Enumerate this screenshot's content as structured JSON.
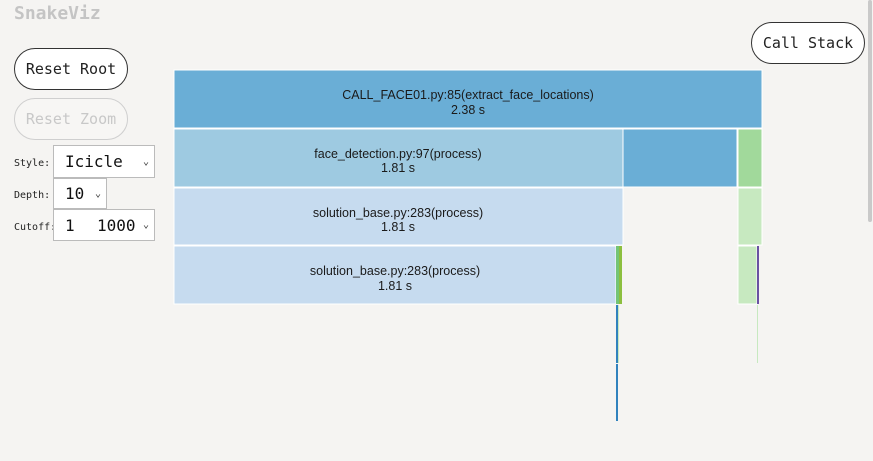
{
  "app": {
    "title": "SnakeViz"
  },
  "toolbar": {
    "call_stack_label": "Call Stack",
    "reset_root_label": "Reset Root",
    "reset_zoom_label": "Reset Zoom"
  },
  "controls": {
    "style_label": "Style:",
    "style_value": "Icicle",
    "depth_label": "Depth:",
    "depth_value": "10",
    "cutoff_label": "Cutoff:",
    "cutoff_value_a": "1",
    "cutoff_value_b": "1000"
  },
  "icicle": {
    "rows": [
      {
        "name": "CALL_FACE01.py:85(extract_face_locations)",
        "time": "2.38 s"
      },
      {
        "name": "face_detection.py:97(process)",
        "time": "1.81 s"
      },
      {
        "name": "solution_base.py:283(process)",
        "time": "1.81 s"
      },
      {
        "name": "solution_base.py:283(process)",
        "time": "1.81 s"
      }
    ]
  },
  "colors": {
    "background": "#f5f4f2",
    "level0_blue": "#6aaed6",
    "level1_blue": "#9ecae1",
    "level2_blue": "#c6dbef",
    "green": "#a1d99b",
    "light_green": "#c7e9c0"
  }
}
